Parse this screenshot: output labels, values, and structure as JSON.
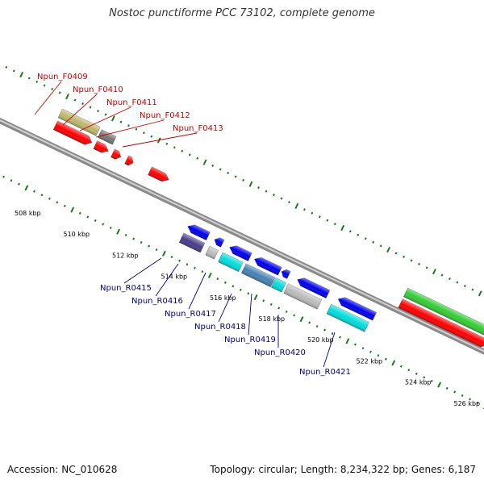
{
  "title": "Nostoc punctiforme PCC 73102, complete genome",
  "footer": {
    "accession": "Accession: NC_010628",
    "summary": "Topology: circular; Length: 8,234,322 bp; Genes: 6,187"
  },
  "ticks": [
    "508 kbp",
    "510 kbp",
    "512 kbp",
    "514 kbp",
    "516 kbp",
    "518 kbp",
    "520 kbp",
    "522 kbp",
    "524 kbp",
    "526 kbp"
  ],
  "forward_labels": [
    "Npun_F0409",
    "Npun_F0410",
    "Npun_F0411",
    "Npun_F0412",
    "Npun_F0413"
  ],
  "reverse_labels": [
    "Npun_R0415",
    "Npun_R0416",
    "Npun_R0417",
    "Npun_R0418",
    "Npun_R0419",
    "Npun_R0420",
    "Npun_R0421"
  ],
  "colors": {
    "backbone": "#8a8a8a",
    "tick_dots": "#1a7a1a",
    "forward_gene": "#ff0000",
    "reverse_gene": "#0000ee",
    "cyan_feature": "#00dddd",
    "khaki_feature": "#bdb76b",
    "green_feature": "#33cc33",
    "grey_feature": "#bbbbbb",
    "purple_feature": "#483d8b",
    "steel_feature": "#4682b4",
    "forward_label": "#cc0000",
    "reverse_label": "#00008b"
  }
}
